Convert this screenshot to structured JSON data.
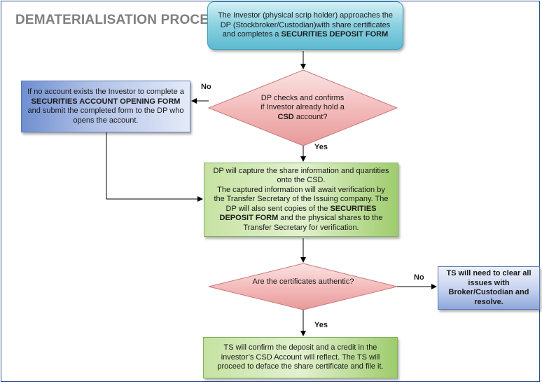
{
  "title": "DEMATERIALISATION PROCESS",
  "nodes": {
    "start": {
      "text_a": "The Investor (physical scrip holder) approaches the DP (Stockbroker/Custodian)with share certificates and completes a ",
      "bold_a": "SECURITIES DEPOSIT FORM"
    },
    "decision_account": {
      "text_a": "DP checks and confirms if Investor already hold a ",
      "bold_a": "CSD",
      "text_b": " account?"
    },
    "open_account": {
      "text_a": "If no account exists the Investor to complete a ",
      "bold_a": "SECURITIES ACCOUNT OPENING FORM",
      "text_b": " and submit  the completed form to the DP who opens the account."
    },
    "capture": {
      "text_a": "DP will capture the share information and quantities onto the CSD.",
      "text_b": "The captured information will await verification by the Transfer Secretary of the Issuing company. The DP will also sent copies of the ",
      "bold_a": "SECURITIES DEPOSIT FORM",
      "text_c": " and the physical shares to the Transfer Secretary for verification."
    },
    "decision_authentic": {
      "text_a": "Are the certificates authentic?"
    },
    "resolve": {
      "text_a": "TS will need to clear all issues with Broker/Custodian and resolve."
    },
    "confirm": {
      "text_a": "TS will confirm the deposit and a credit in the investor’s CSD Account will reflect. The TS will proceed to deface the share certificate and file it."
    }
  },
  "edge_labels": {
    "account_no": "No",
    "account_yes": "Yes",
    "authentic_no": "No",
    "authentic_yes": "Yes"
  }
}
